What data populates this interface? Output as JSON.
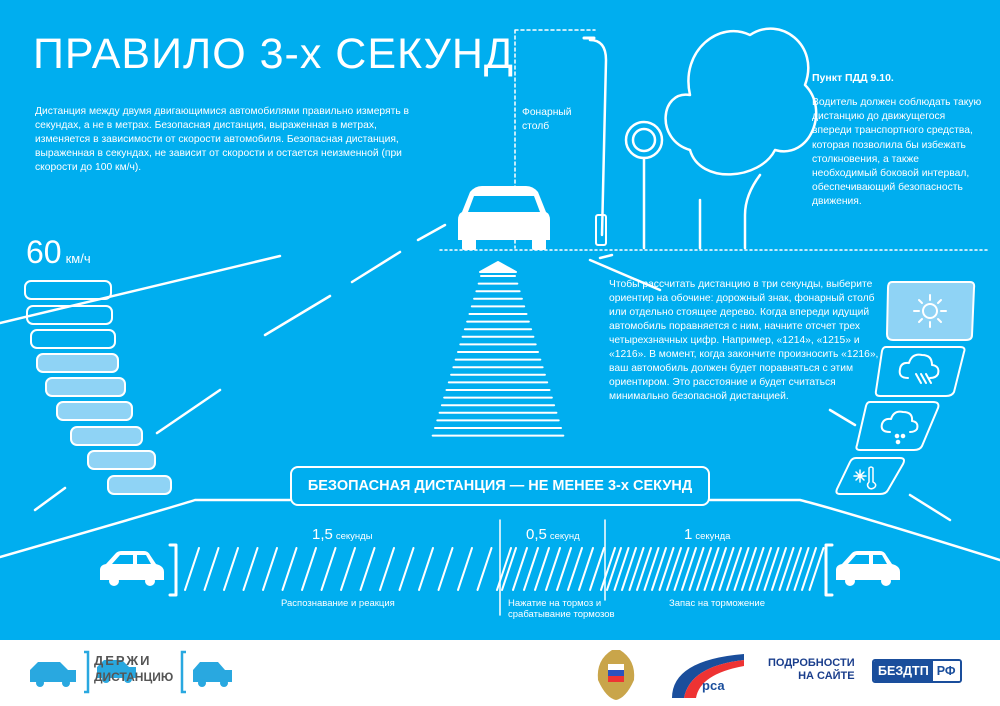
{
  "title": "ПРАВИЛО 3-х СЕКУНД",
  "intro": "Дистанция между двумя двигающимися автомобилями правильно измерять в секундах, а не в метрах. Безопасная дистанция, выраженная в метрах, изменяется в зависимости от скорости автомобиля. Безопасная дистанция, выраженная в секундах, не зависит от скорости и остается неизменной (при скорости до 100 км/ч).",
  "lamp_label": "Фонарный столб",
  "pdd": {
    "heading": "Пункт ПДД 9.10.",
    "text": "Водитель должен соблюдать такую дистанцию до движущегося впереди транспортного средства, которая позволила бы избежать столкновения, а также необходимый боковой интервал, обеспечивающий безопасность движения."
  },
  "speed": {
    "value": "60",
    "unit": "км/ч",
    "levels_total": 9,
    "levels_filled": 6
  },
  "howto": "Чтобы рассчитать дистанцию в три секунды, выберите ориентир на обочине: дорожный знак, фонарный столб или отдельно стоящее дерево. Когда впереди идущий автомобиль поравняется с ним, начните отсчет трех четырехзначных цифр. Например, «1214», «1215» и «1216». В момент, когда закончите произносить «1216», ваш автомобиль должен будет поравняться с этим ориентиром. Это расстояние и будет считаться минимально безопасной дистанцией.",
  "banner": "БЕЗОПАСНАЯ ДИСТАНЦИЯ — НЕ МЕНЕЕ 3-х СЕКУНД",
  "timeline": [
    {
      "value": "1,5",
      "unit": "секунды",
      "label": "Распознавание и реакция"
    },
    {
      "value": "0,5",
      "unit": "секунд",
      "label": "Нажатие на тормоз и срабатывание тормозов"
    },
    {
      "value": "1",
      "unit": "секунда",
      "label": "Запас на торможение"
    }
  ],
  "weather": [
    "sun-icon",
    "rain-icon",
    "snow-icon",
    "frost-thermometer-icon"
  ],
  "footer": {
    "logo_line1": "ДЕРЖИ",
    "logo_line2": "ДИСТАНЦИЮ",
    "more_line1": "ПОДРОБНОСТИ",
    "more_line2": "НА САЙТЕ",
    "site_a": "БЕЗДТП",
    "site_b": "РФ",
    "rsa": "рса"
  },
  "colors": {
    "background": "#00aeef",
    "light_fill": "#8fd3f5",
    "brand_blue": "#1a4e9c"
  }
}
